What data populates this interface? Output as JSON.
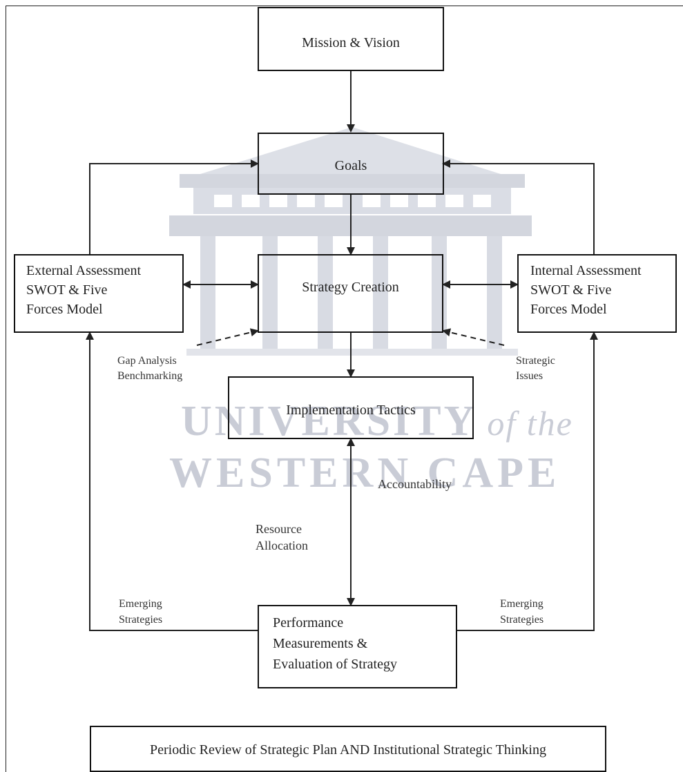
{
  "colors": {
    "line": "#222222",
    "watermark": "#c9ccd6"
  },
  "watermark": {
    "line1": "UNIVERSITY",
    "line1_suffix": "of the",
    "line2": "WESTERN CAPE",
    "emblem": "university-building-emblem"
  },
  "nodes": {
    "mission": "Mission & Vision",
    "goals": "Goals",
    "strategy": "Strategy Creation",
    "external": [
      "External Assessment",
      "SWOT & Five",
      "Forces Model"
    ],
    "internal": [
      "Internal Assessment",
      "SWOT & Five",
      "Forces Model"
    ],
    "implementation": "Implementation Tactics",
    "performance": [
      "Performance",
      "Measurements &",
      "Evaluation of Strategy"
    ],
    "periodic": "Periodic Review of Strategic Plan AND Institutional Strategic Thinking"
  },
  "labels": {
    "gap": [
      "Gap Analysis",
      "Benchmarking"
    ],
    "strategic_issues": [
      "Strategic",
      "Issues"
    ],
    "accountability": "Accountability",
    "resource": [
      "Resource",
      "Allocation"
    ],
    "emerging_left": [
      "Emerging",
      "Strategies"
    ],
    "emerging_right": [
      "Emerging",
      "Strategies"
    ]
  }
}
